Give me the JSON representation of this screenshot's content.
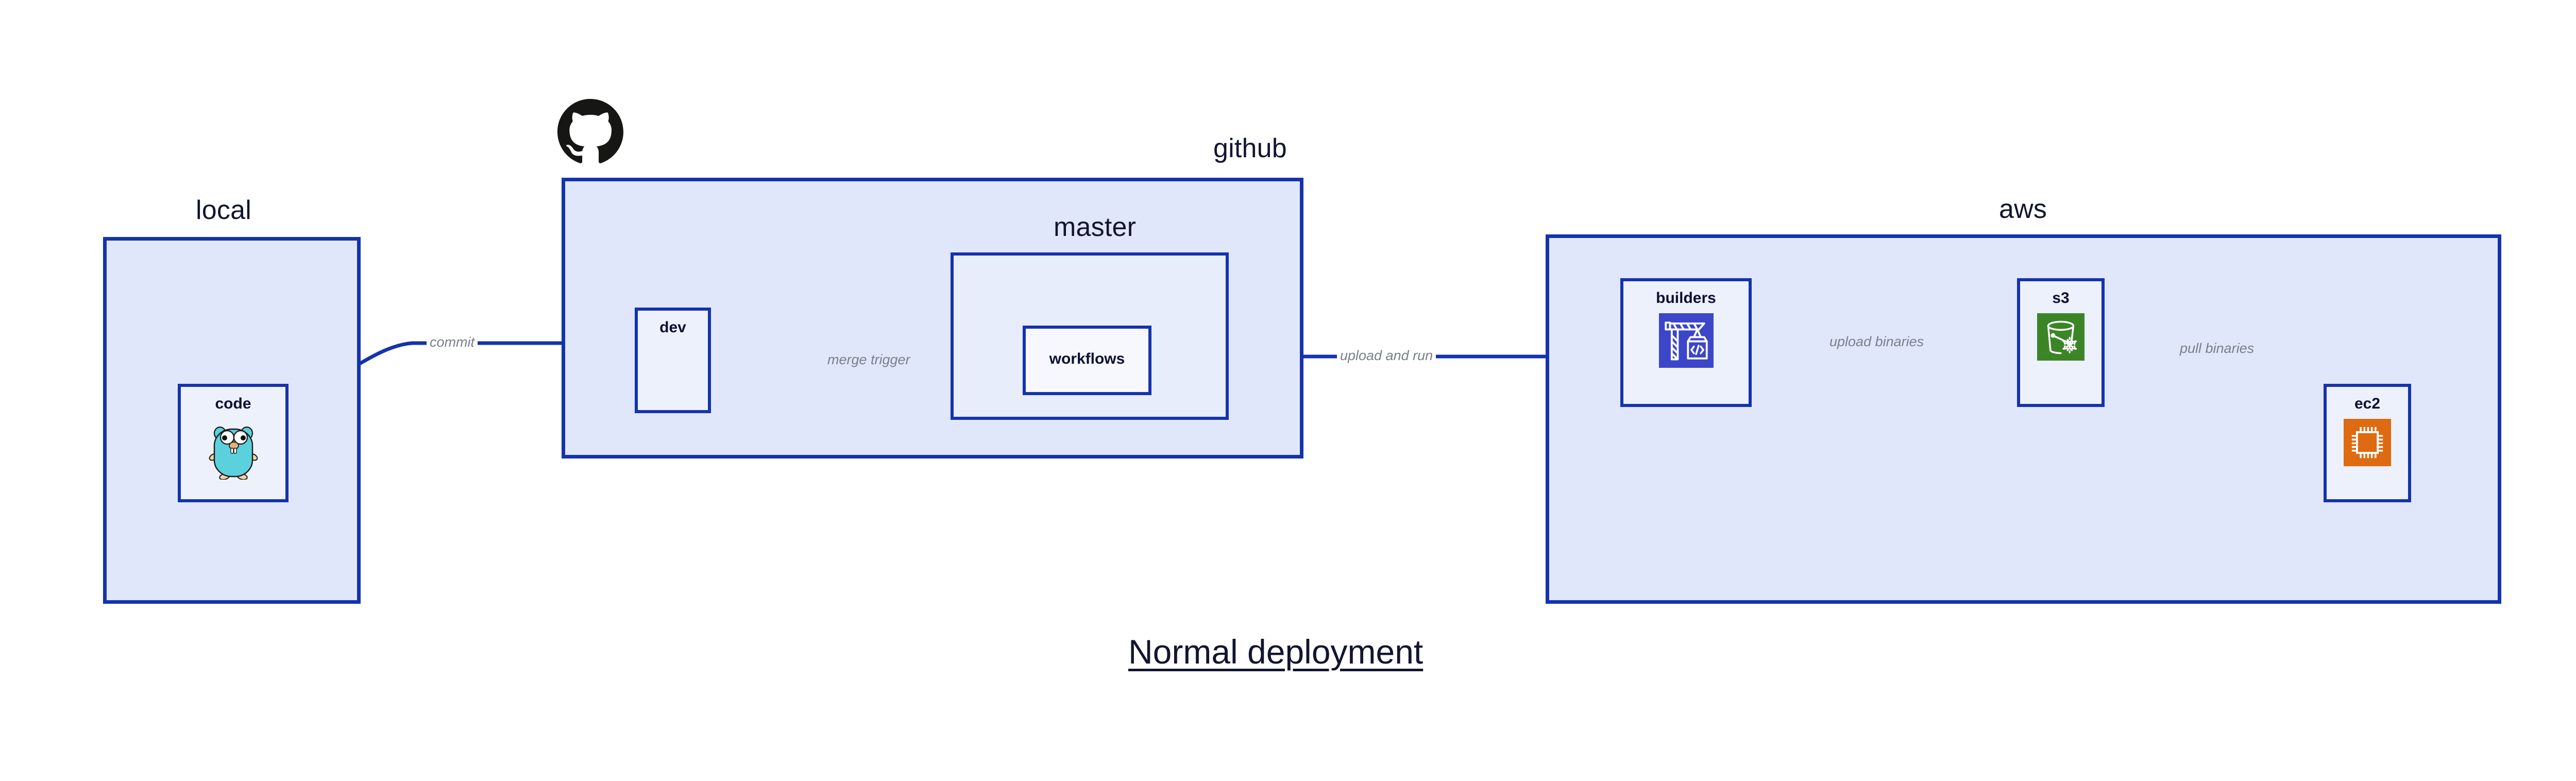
{
  "caption": {
    "text": "Normal deployment"
  },
  "colors": {
    "zone_border": "#1433AD",
    "zone_fill": "#E1E7FA",
    "subzone_fill": "#E8EDFB",
    "node_fill": "#EDF1FC",
    "arrow": "#1433AD",
    "edge_label": "#7A7F8C",
    "heading": "#12152E",
    "go_gopher_body": "#5BD1DD",
    "codebuild_bg": "#3C46C8",
    "s3_bg": "#3C8527",
    "ec2_bg": "#DE6B11",
    "octocat": "#161614"
  },
  "zones": [
    {
      "id": "local",
      "label": "local"
    },
    {
      "id": "github",
      "label": "github"
    },
    {
      "id": "aws",
      "label": "aws"
    }
  ],
  "subzones": [
    {
      "id": "master",
      "label": "master",
      "parent": "github"
    }
  ],
  "nodes": [
    {
      "id": "code",
      "label": "code",
      "icon": "go-gopher-icon",
      "zone": "local"
    },
    {
      "id": "dev",
      "label": "dev",
      "icon": "none",
      "zone": "github"
    },
    {
      "id": "workflows",
      "label": "workflows",
      "icon": "none",
      "zone": "master"
    },
    {
      "id": "builders",
      "label": "builders",
      "icon": "aws-codebuild-icon",
      "zone": "aws"
    },
    {
      "id": "s3",
      "label": "s3",
      "icon": "aws-s3-glacier-icon",
      "zone": "aws"
    },
    {
      "id": "ec2",
      "label": "ec2",
      "icon": "aws-ec2-chip-icon",
      "zone": "aws"
    }
  ],
  "edges": [
    {
      "id": "commit",
      "label": "commit",
      "from": "code",
      "to": "dev",
      "style": "curved"
    },
    {
      "id": "merge-trigger",
      "label": "merge trigger",
      "from": "dev",
      "to": "workflows",
      "style": "straight"
    },
    {
      "id": "upload-and-run",
      "label": "upload and run",
      "from": "workflows",
      "to": "builders",
      "style": "straight"
    },
    {
      "id": "upload-binaries",
      "label": "upload binaries",
      "from": "builders",
      "to": "s3",
      "style": "straight"
    },
    {
      "id": "pull-binaries",
      "label": "pull binaries",
      "from": "s3",
      "to": "ec2",
      "style": "curved"
    }
  ],
  "icons": {
    "octocat": "github-octocat-icon"
  }
}
